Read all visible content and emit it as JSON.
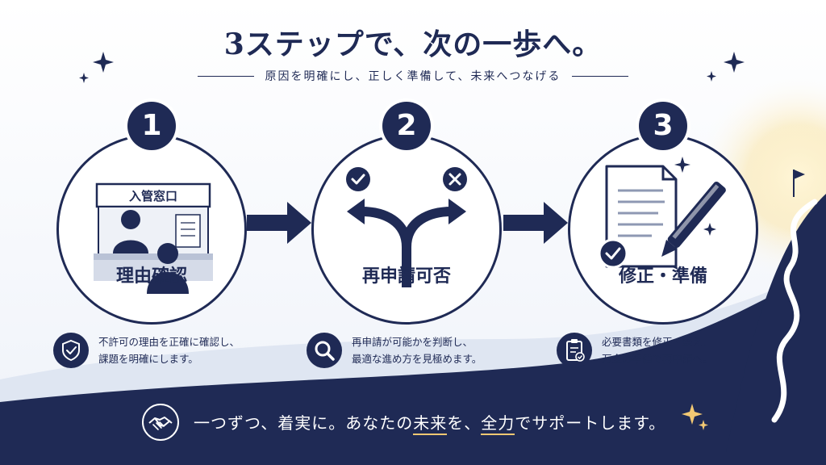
{
  "title": "3ステップで、次の一歩へ。",
  "subtitle": "原因を明確にし、正しく準備して、未来へつなげる",
  "steps": [
    {
      "number": "1",
      "label": "理由確認",
      "sign": "入管窓口",
      "icon": "shield-check-icon",
      "desc_line1": "不許可の理由を正確に確認し、",
      "desc_line2": "課題を明確にします。"
    },
    {
      "number": "2",
      "label": "再申請可否",
      "icon": "magnifier-icon",
      "desc_line1": "再申請が可能かを判断し、",
      "desc_line2": "最適な進め方を見極めます。"
    },
    {
      "number": "3",
      "label": "修正・準備",
      "icon": "clipboard-check-icon",
      "desc_line1": "必要書類を修正・整え、",
      "desc_line2": "万全の準備で再申請へ。"
    }
  ],
  "footer": {
    "icon": "handshake-icon",
    "msg_part1": "一つずつ、着実に。あなたの",
    "msg_part2": "未来",
    "msg_part3": "を、",
    "msg_part4": "全力",
    "msg_part5": "でサポートします。"
  },
  "colors": {
    "navy": "#1f2a55",
    "gold": "#f2c873",
    "white": "#ffffff"
  }
}
